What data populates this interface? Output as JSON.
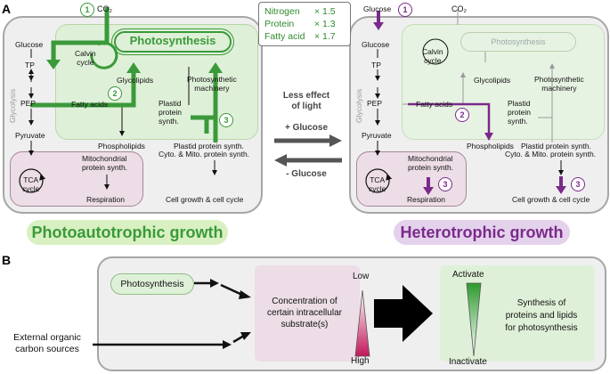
{
  "panel_a": {
    "label": "A",
    "left_cell": {
      "co2": "CO₂",
      "glucose": "Glucose",
      "tp": "TP",
      "pep": "PEP",
      "pyruvate": "Pyruvate",
      "glycolysis": "Glycolysis",
      "calvin": "Calvin\ncycle",
      "photosynthesis": "Photosynthesis",
      "fatty_acids": "Fatty acids",
      "glycolipids": "Glycolipids",
      "photosynthetic_machinery": "Photosynthetic\nmachinery",
      "plastid_protein_synth": "Plastid\nprotein\nsynth.",
      "phospholipids": "Phospholipids",
      "plastid_protein_synth_out": "Plastid protein synth.",
      "mito_protein": "Mitochondrial\nprotein synth.",
      "tca": "TCA\ncycle",
      "respiration": "Respiration",
      "cyto_mito": "Cyto. & Mito. protein synth.",
      "growth_cycle": "Cell growth & cell cycle",
      "badges": [
        "1",
        "2",
        "3"
      ]
    },
    "right_cell": {
      "co2": "CO₂",
      "glucose": "Glucose",
      "tp": "TP",
      "pep": "PEP",
      "pyruvate": "Pyruvate",
      "glycolysis": "Glycolysis",
      "calvin": "Calvin\ncycle",
      "photosynthesis": "Photosynthesis",
      "fatty_acids": "Fatty acids",
      "glycolipids": "Glycolipids",
      "photosynthetic_machinery": "Photosynthetic\nmachinery",
      "plastid_protein_synth": "Plastid\nprotein\nsynth.",
      "phospholipids": "Phospholipids",
      "plastid_protein_synth_out": "Plastid protein synth.",
      "mito_protein": "Mitochondrial\nprotein synth.",
      "tca": "TCA\ncycle",
      "respiration": "Respiration",
      "cyto_mito": "Cyto. & Mito. protein synth.",
      "growth_cycle": "Cell growth & cell cycle",
      "badges": [
        "1",
        "2",
        "3",
        "3"
      ]
    },
    "callout": {
      "rows": [
        {
          "name": "Nitrogen",
          "factor": "× 1.5"
        },
        {
          "name": "Protein",
          "factor": "× 1.3"
        },
        {
          "name": "Fatty acid",
          "factor": "× 1.7"
        }
      ]
    },
    "middle": {
      "less_light": "Less effect\nof light",
      "plus_glucose": "+ Glucose",
      "minus_glucose": "- Glucose"
    },
    "photoautotrophic": "Photoautotrophic growth",
    "heterotrophic": "Heterotrophic growth"
  },
  "panel_b": {
    "label": "B",
    "photosynthesis": "Photosynthesis",
    "external": "External organic\ncarbon sources",
    "concentration": "Concentration of\ncertain intracellular\nsubstrate(s)",
    "low": "Low",
    "high": "High",
    "activate": "Activate",
    "inactivate": "Inactivate",
    "synthesis": "Synthesis of\nproteins and lipids\nfor photosynthesis"
  },
  "colors": {
    "green": "#3a9a3a",
    "purple": "#7a2a8a",
    "chloroplast_fill": "#dff0d8",
    "mito_fill": "#ecdde6",
    "cell_fill": "#efefef",
    "photo_growth_bg": "#d9f0c2",
    "hetero_growth_bg": "#e4d2ec"
  }
}
